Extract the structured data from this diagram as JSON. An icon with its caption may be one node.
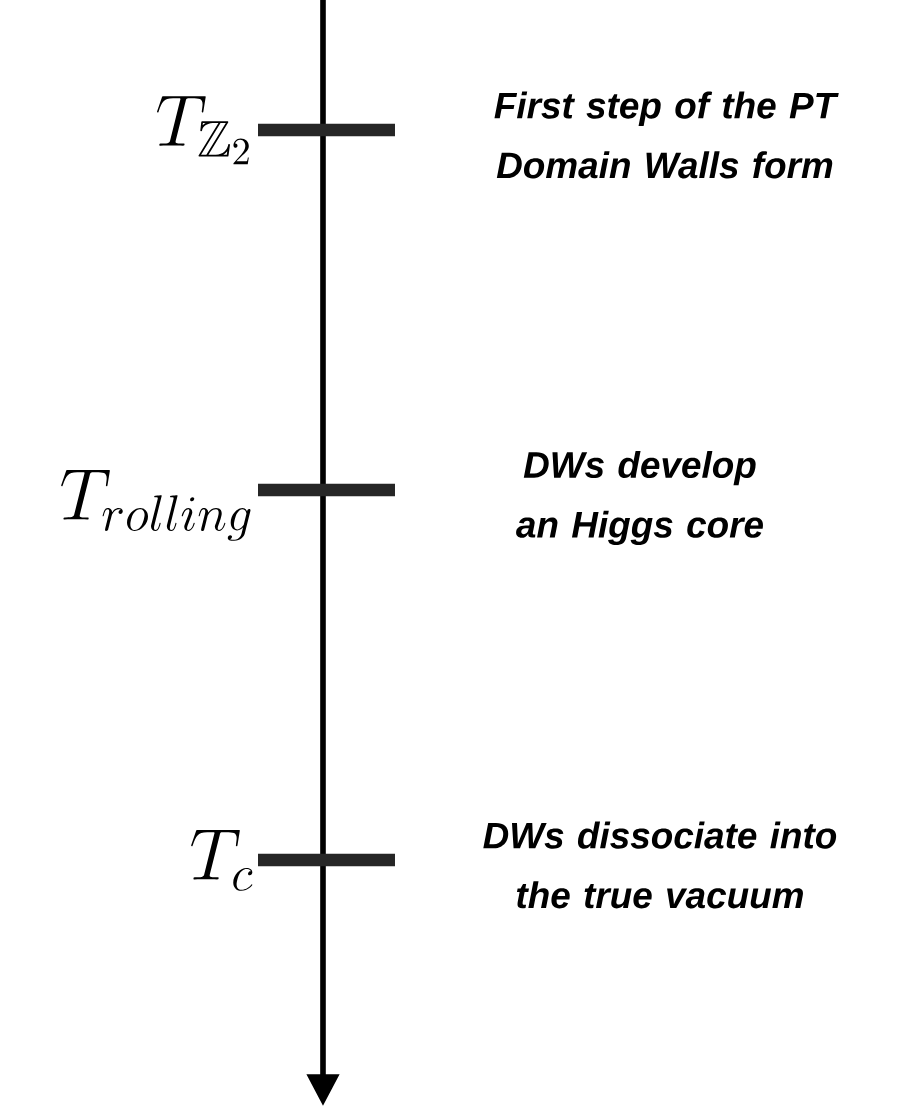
{
  "diagram": {
    "labels": [
      "T_{\\mathbb{Z}_2}",
      "First step of the PT Domain Walls form",
      "T_{rolling}",
      "DWs develop an Higgs core",
      "T_c",
      "DWs dissociate into the true vacuum"
    ]
  }
}
